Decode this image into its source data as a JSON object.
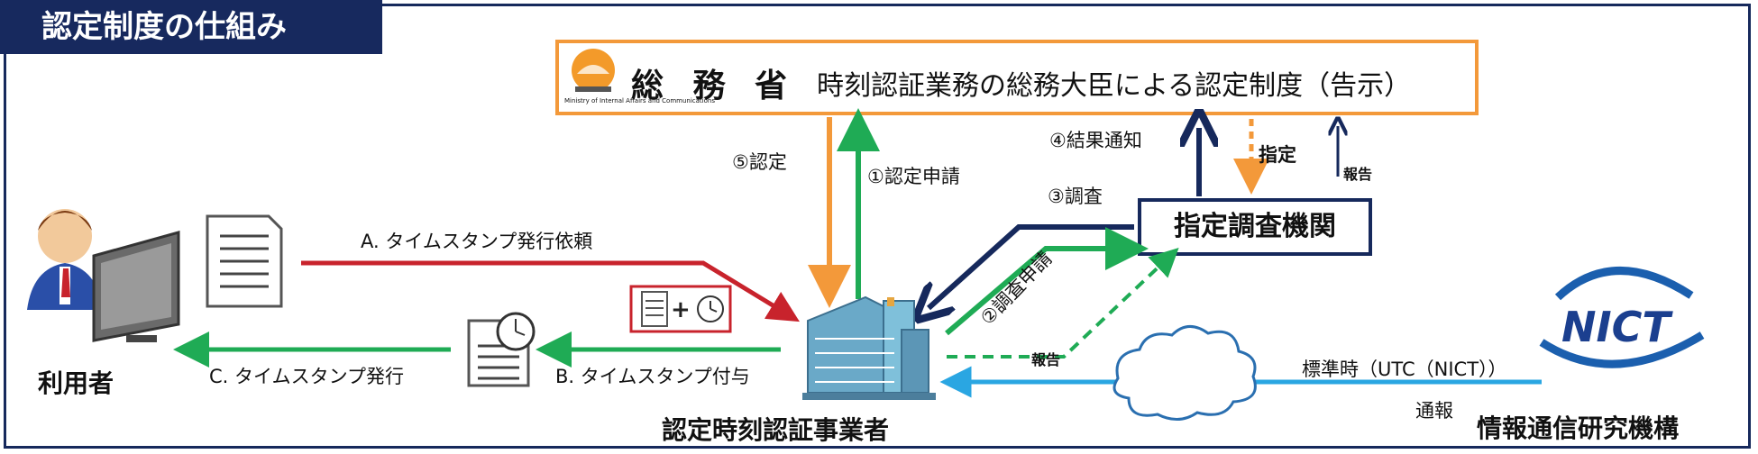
{
  "title": "認定制度の仕組み",
  "ministry": {
    "name": "総 務 省",
    "name_en": "Ministry of Internal Affairs and Communications",
    "description": "時刻認証業務の総務大臣による認定制度（告示）"
  },
  "agency": "指定調査機関",
  "entities": {
    "user": "利用者",
    "provider": "認定時刻認証事業者",
    "nict": "情報通信研究機構",
    "nict_logo": "NICT"
  },
  "flows": {
    "step1": "①認定申請",
    "step2": "②調査申請",
    "step3": "③調査",
    "step4": "④結果通知",
    "step5": "⑤認定",
    "designate": "指定",
    "report_ministry": "報告",
    "report_agency": "報告",
    "a_request": "A. タイムスタンプ発行依頼",
    "b_attach": "B. タイムスタンプ付与",
    "c_issue": "C. タイムスタンプ発行",
    "standard_time": "標準時（UTC（NICT））",
    "notify": "通報"
  },
  "colors": {
    "navy": "#16295c",
    "orange": "#f3993a",
    "green": "#1fab55",
    "red": "#c8232c",
    "blue": "#2aa6e2"
  }
}
